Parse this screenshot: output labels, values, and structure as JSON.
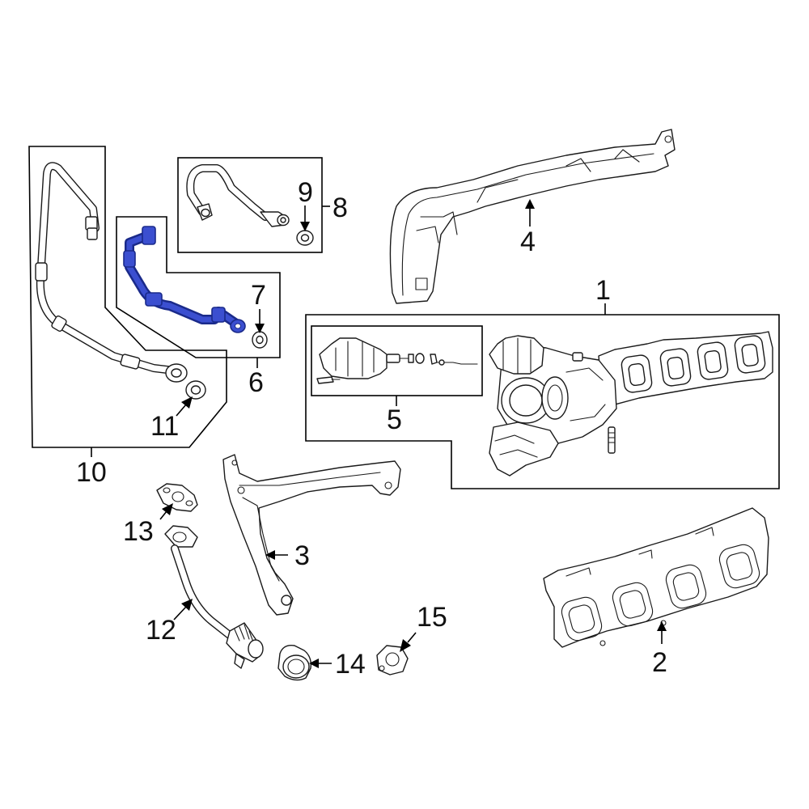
{
  "diagram": {
    "highlight_color": "#3b4fd0",
    "callouts": {
      "c1": "1",
      "c2": "2",
      "c3": "3",
      "c4": "4",
      "c5": "5",
      "c6": "6",
      "c7": "7",
      "c8": "8",
      "c9": "9",
      "c10": "10",
      "c11": "11",
      "c12": "12",
      "c13": "13",
      "c14": "14",
      "c15": "15"
    }
  }
}
